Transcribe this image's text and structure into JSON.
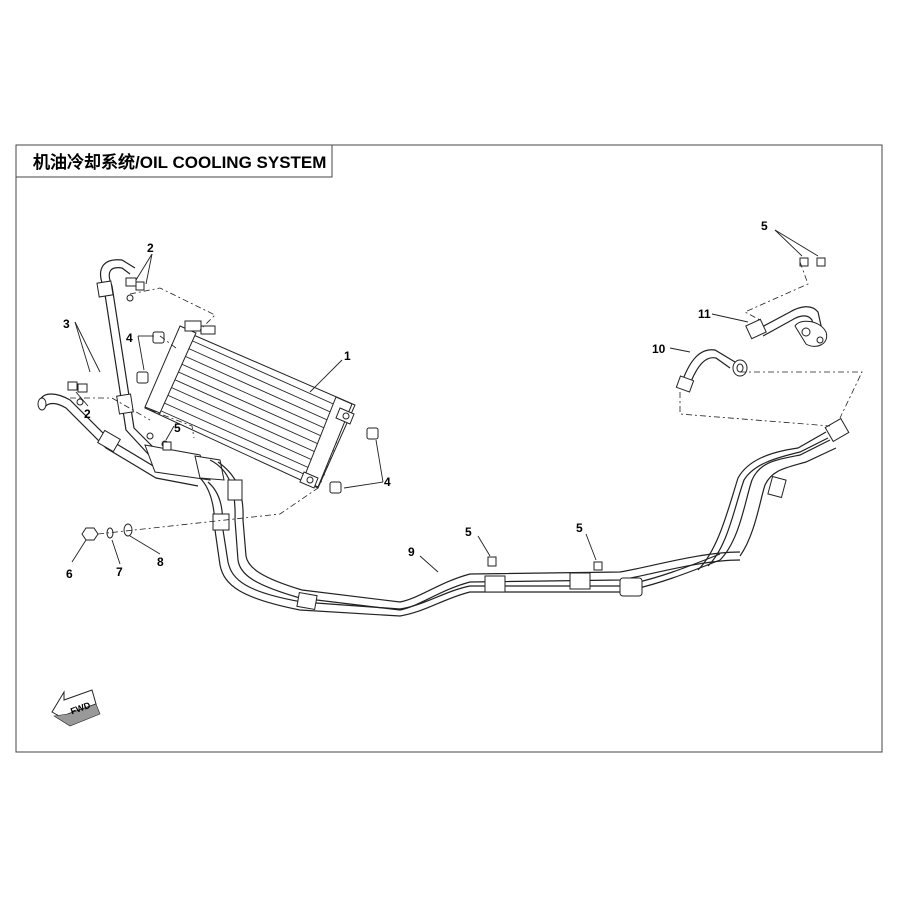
{
  "title": "机油冷却系统/OIL COOLING SYSTEM",
  "fwd_label": "FWD",
  "callouts": {
    "c1": "1",
    "c2a": "2",
    "c2b": "2",
    "c3": "3",
    "c4a": "4",
    "c4b": "4",
    "c5a": "5",
    "c5b": "5",
    "c5c": "5",
    "c5d": "5",
    "c6": "6",
    "c7": "7",
    "c8": "8",
    "c9": "9",
    "c10": "10",
    "c11": "11"
  }
}
